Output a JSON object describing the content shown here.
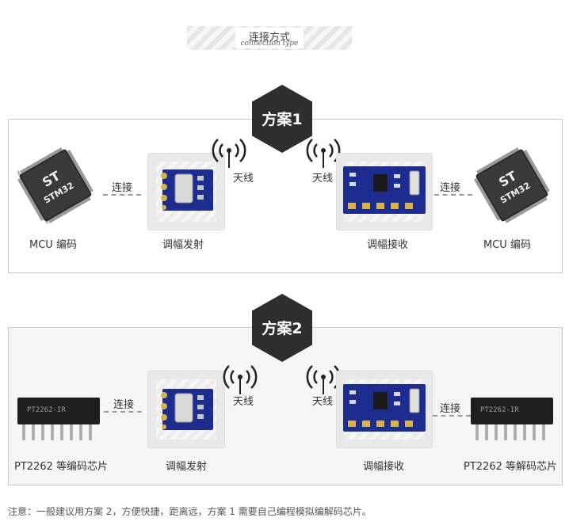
{
  "header": {
    "title": "连接方式",
    "subtitle": "connection type"
  },
  "scheme1": {
    "badge": "方案1",
    "left_label": "MCU 编码",
    "right_label": "MCU 编码",
    "left_link": "连接",
    "right_link": "连接",
    "tx_antenna": "天线",
    "rx_antenna": "天线",
    "tx_label": "调幅发射",
    "rx_label": "调幅接收",
    "chip_brand": "ST",
    "chip_text": "STM32"
  },
  "scheme2": {
    "badge": "方案2",
    "left_label": "PT2262 等编码芯片",
    "right_label": "PT2262 等解码芯片",
    "left_link": "连接",
    "right_link": "连接",
    "tx_antenna": "天线",
    "rx_antenna": "天线",
    "tx_label": "调幅发射",
    "rx_label": "调幅接收",
    "chip_text": "PT2262-IR"
  },
  "note": "注意：一般建议用方案 2，方便快捷，距离远，方案 1 需要自己编程模拟编解码芯片。"
}
